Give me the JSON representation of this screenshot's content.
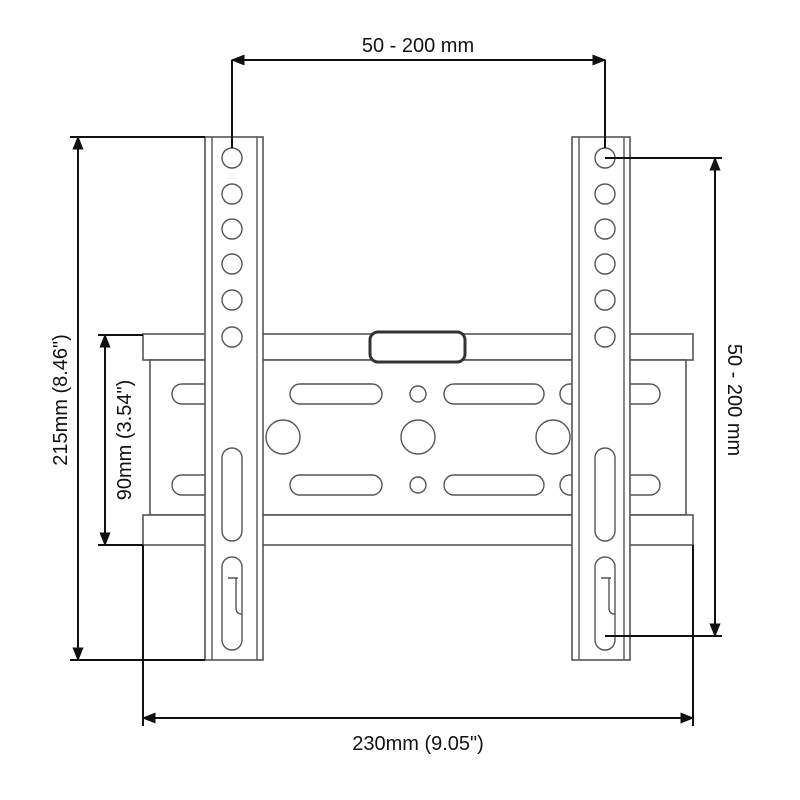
{
  "dimensions": {
    "top_hole_spacing": "50 - 200 mm",
    "right_hole_spacing": "50 - 200 mm",
    "total_height": "215mm (8.46\")",
    "plate_height": "90mm (3.54\")",
    "total_width": "230mm (9.05\")"
  },
  "colors": {
    "line": "#555555",
    "dimension": "#111111",
    "background": "#ffffff"
  }
}
